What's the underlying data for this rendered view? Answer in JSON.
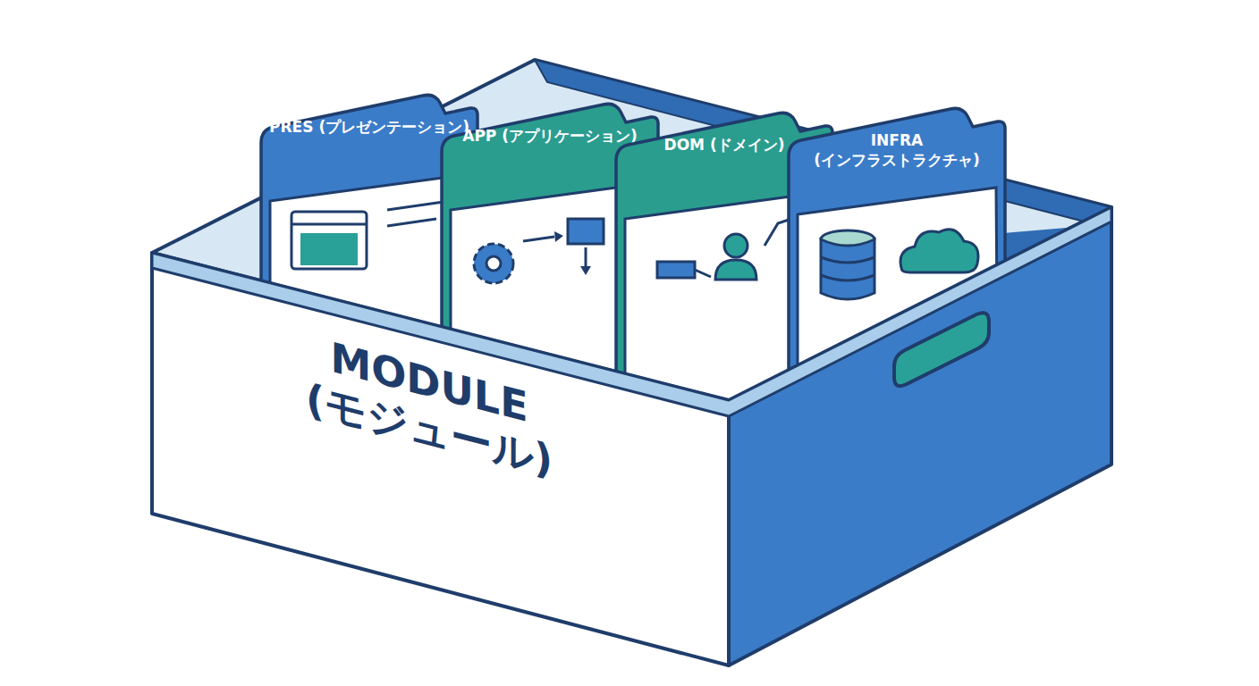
{
  "diagram": {
    "nodes": [
      {
        "text": [
          "MODULE (モジュール)"
        ]
      },
      {
        "text": [
          "PRES (プレゼンテーション)"
        ],
        "in": 0
      },
      {
        "text": [
          "APP (アプリケーション)"
        ],
        "in": 0
      },
      {
        "text": [
          "DOM (ドメイン)"
        ],
        "in": 0
      },
      {
        "text": [
          "INFRA (インフラストラクチャ)"
        ],
        "in": 0
      }
    ]
  }
}
